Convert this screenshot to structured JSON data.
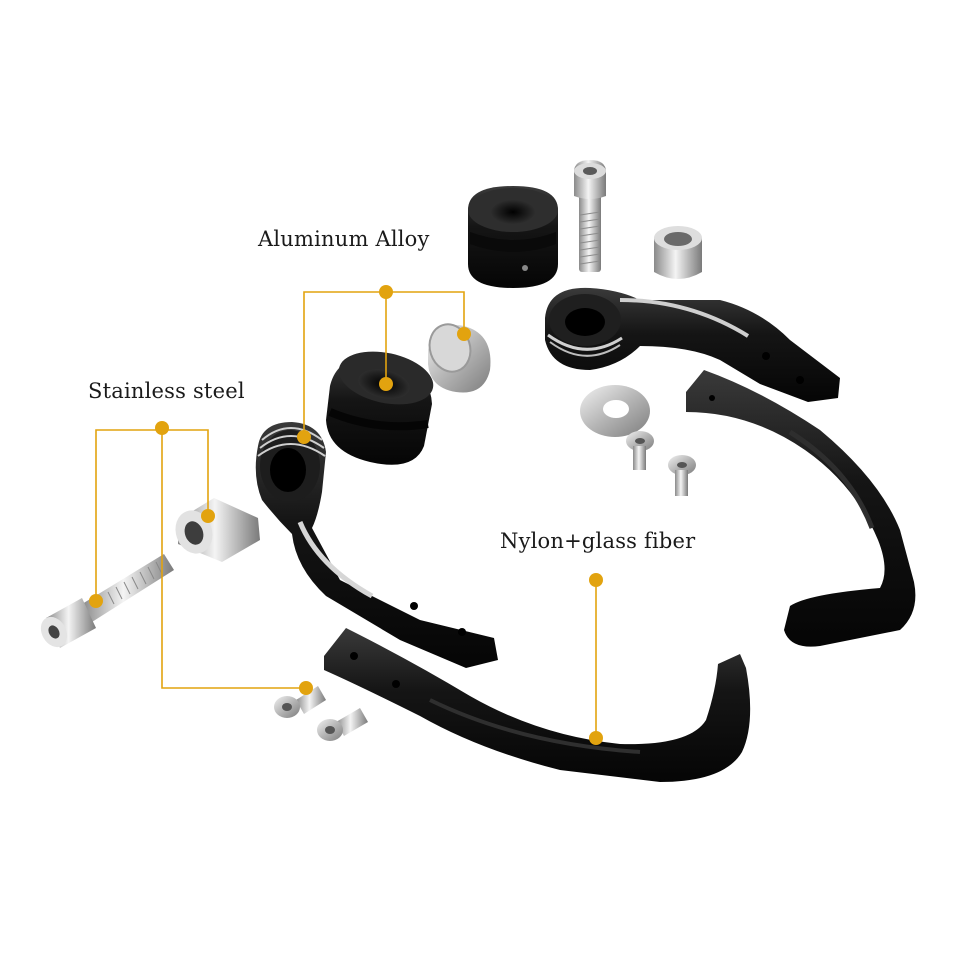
{
  "labels": {
    "aluminum": "Aluminum Alloy",
    "stainless": "Stainless steel",
    "nylon": "Nylon+glass fiber"
  },
  "colors": {
    "callout": "#e2a30f",
    "part_black": "#141414",
    "part_silver": "#c9c9c9"
  },
  "icons": [
    "bolt-icon",
    "spacer-icon",
    "bar-end-weight-icon",
    "washer-icon",
    "clamp-arm-icon",
    "lever-guard-icon",
    "screw-icon"
  ]
}
